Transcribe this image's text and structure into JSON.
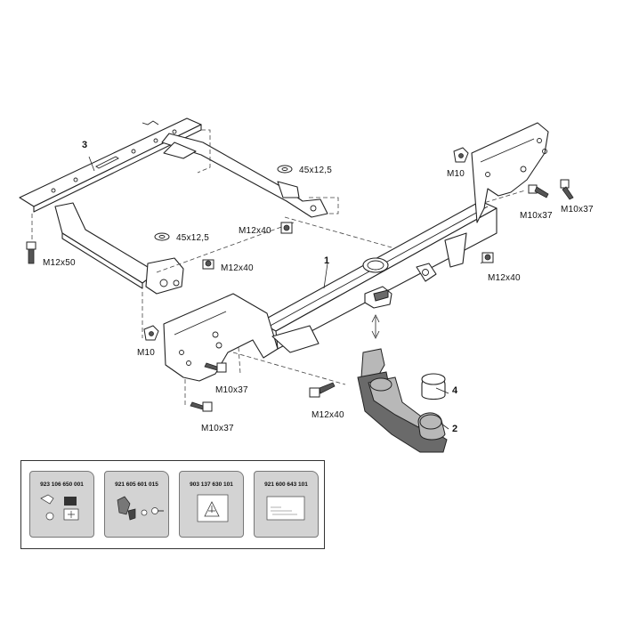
{
  "diagram": {
    "callouts": {
      "part_1": "1",
      "part_2": "2",
      "part_3": "3",
      "part_4": "4"
    },
    "fasteners": {
      "washer_left": "45x12,5",
      "washer_right": "45x12,5",
      "m12x50": "M12x50",
      "m12x40_left": "M12x40",
      "m12x40_mid": "M12x40",
      "m12x40_right": "M12x40",
      "m12x40_bottom": "M12x40",
      "m10_right": "M10",
      "m10_left": "M10",
      "m10x37_right_a": "M10x37",
      "m10x37_right_b": "M10x37",
      "m10x37_left_a": "M10x37",
      "m10x37_left_b": "M10x37"
    }
  },
  "kits": [
    {
      "code": "923 106 650 001",
      "icon": "instruction-booklet-icon"
    },
    {
      "code": "921 605 601 015",
      "icon": "hardware-pack-icon"
    },
    {
      "code": "903 137 630 101",
      "icon": "warning-label-icon"
    },
    {
      "code": "921 600 643 101",
      "icon": "type-plate-icon"
    }
  ]
}
